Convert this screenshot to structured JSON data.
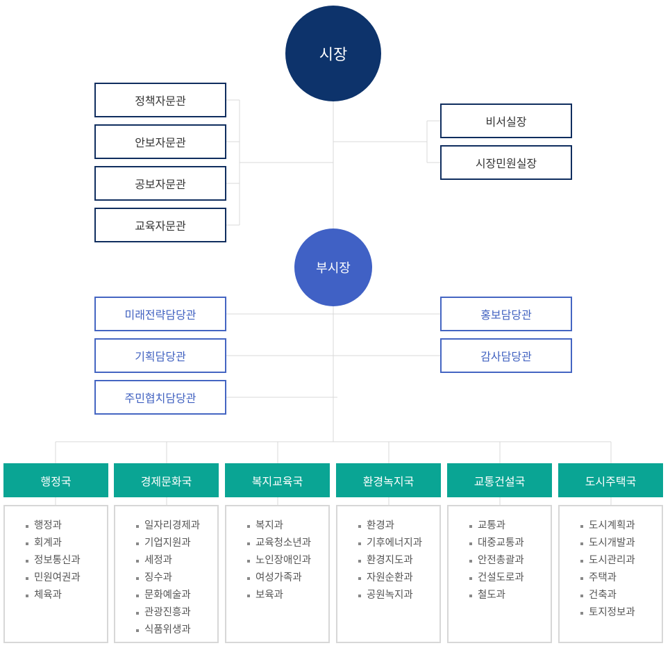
{
  "mayor": "시장",
  "vice_mayor": "부시장",
  "advisors_left": [
    "정책자문관",
    "안보자문관",
    "공보자문관",
    "교육자문관"
  ],
  "offices_right": [
    "비서실장",
    "시장민원실장"
  ],
  "officers_left": [
    "미래전략담당관",
    "기획담당관",
    "주민협치담당관"
  ],
  "officers_right": [
    "홍보담당관",
    "감사담당관"
  ],
  "bureaus": [
    {
      "name": "행정국",
      "departments": [
        "행정과",
        "회계과",
        "정보통신과",
        "민원여권과",
        "체육과"
      ]
    },
    {
      "name": "경제문화국",
      "departments": [
        "일자리경제과",
        "기업지원과",
        "세정과",
        "징수과",
        "문화예술과",
        "관광진흥과",
        "식품위생과"
      ]
    },
    {
      "name": "복지교육국",
      "departments": [
        "복지과",
        "교육청소년과",
        "노인장애인과",
        "여성가족과",
        "보육과"
      ]
    },
    {
      "name": "환경녹지국",
      "departments": [
        "환경과",
        "기후에너지과",
        "환경지도과",
        "자원순환과",
        "공원녹지과"
      ]
    },
    {
      "name": "교통건설국",
      "departments": [
        "교통과",
        "대중교통과",
        "안전총괄과",
        "건설도로과",
        "철도과"
      ]
    },
    {
      "name": "도시주택국",
      "departments": [
        "도시계획과",
        "도시개발과",
        "도시관리과",
        "주택과",
        "건축과",
        "토지정보과"
      ]
    }
  ]
}
